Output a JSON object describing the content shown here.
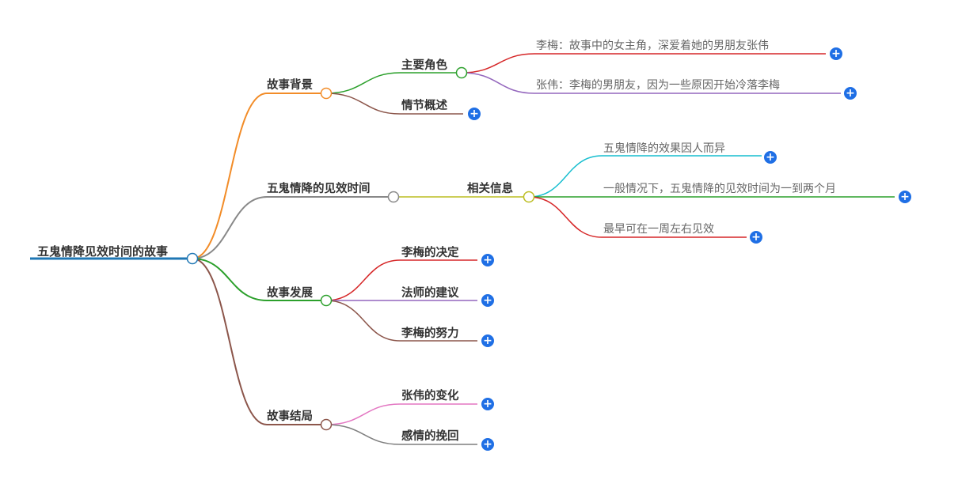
{
  "root": {
    "label": "五鬼情降见效时间的故事"
  },
  "branches": {
    "background": {
      "label": "故事背景",
      "roles": {
        "label": "主要角色",
        "items": [
          "李梅：故事中的女主角，深爱着她的男朋友张伟",
          "张伟：李梅的男朋友，因为一些原因开始冷落李梅"
        ]
      },
      "plot": {
        "label": "情节概述"
      }
    },
    "time": {
      "label": "五鬼情降的见效时间",
      "info": {
        "label": "相关信息",
        "items": [
          "五鬼情降的效果因人而异",
          "一般情况下，五鬼情降的见效时间为一到两个月",
          "最早可在一周左右见效"
        ]
      }
    },
    "development": {
      "label": "故事发展",
      "items": [
        "李梅的决定",
        "法师的建议",
        "李梅的努力"
      ]
    },
    "ending": {
      "label": "故事结局",
      "items": [
        "张伟的变化",
        "感情的挽回"
      ]
    }
  },
  "icons": {
    "expand": "plus-icon",
    "expand_glyph": "+"
  },
  "colors": {
    "root": "#1f77b4",
    "background": "#f28c28",
    "time": "#888888",
    "development": "#2ca02c",
    "ending": "#8c564b",
    "roles": "#2ca02c",
    "plot": "#8c564b",
    "info": "#bcbd22",
    "leaf_red": "#d62728",
    "leaf_purple": "#9467bd",
    "leaf_cyan": "#17becf",
    "leaf_green": "#2ca02c",
    "leaf_pink": "#e377c2",
    "leaf_gray": "#7f7f7f",
    "leaf_brown": "#8c564b",
    "expand": "#1f6fe5"
  }
}
